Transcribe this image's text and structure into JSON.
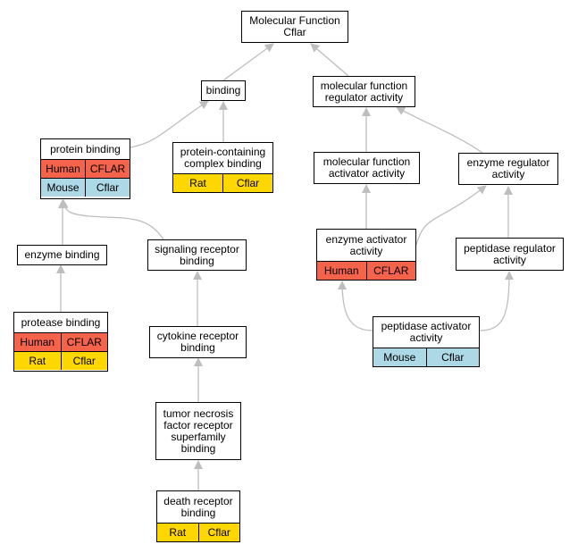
{
  "colors": {
    "human": "#f4634a",
    "mouse": "#add8e6",
    "rat": "#ffd700",
    "edge": "#bebebe"
  },
  "nodes": {
    "mf": {
      "label": "Molecular Function\nCflar"
    },
    "binding": {
      "label": "binding"
    },
    "mfra": {
      "label": "molecular function\nregulator activity"
    },
    "protein_binding": {
      "label": "protein binding",
      "rows": [
        [
          "Human",
          "CFLAR"
        ],
        [
          "Mouse",
          "Cflar"
        ]
      ]
    },
    "pccb": {
      "label": "protein-containing\ncomplex binding",
      "rows": [
        [
          "Rat",
          "Cflar"
        ]
      ]
    },
    "mfaa": {
      "label": "molecular function\nactivator activity"
    },
    "era": {
      "label": "enzyme regulator\nactivity"
    },
    "enzyme_binding": {
      "label": "enzyme binding"
    },
    "srb": {
      "label": "signaling receptor\nbinding"
    },
    "eaa": {
      "label": "enzyme activator\nactivity",
      "rows": [
        [
          "Human",
          "CFLAR"
        ]
      ]
    },
    "pra": {
      "label": "peptidase regulator\nactivity"
    },
    "protease_binding": {
      "label": "protease binding",
      "rows": [
        [
          "Human",
          "CFLAR"
        ],
        [
          "Rat",
          "Cflar"
        ]
      ]
    },
    "crb": {
      "label": "cytokine receptor\nbinding"
    },
    "paa": {
      "label": "peptidase activator\nactivity",
      "rows": [
        [
          "Mouse",
          "Cflar"
        ]
      ]
    },
    "tnfrsb": {
      "label": "tumor necrosis\nfactor receptor\nsuperfamily\nbinding"
    },
    "drb": {
      "label": "death receptor\nbinding",
      "rows": [
        [
          "Rat",
          "Cflar"
        ]
      ]
    }
  }
}
